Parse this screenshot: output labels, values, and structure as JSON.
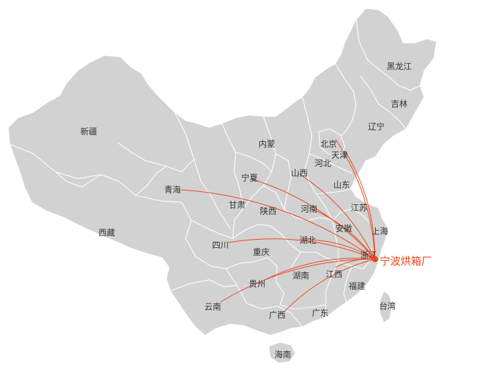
{
  "map": {
    "origin": {
      "label": "宁波烘箱厂",
      "color": "#e8481b"
    },
    "route_color": "#e8481b",
    "land_color": "#d2d2d2",
    "border_color": "#ffffff",
    "provinces": [
      {
        "key": "heilongjiang",
        "label": "黑龙江"
      },
      {
        "key": "jilin",
        "label": "吉林"
      },
      {
        "key": "liaoning",
        "label": "辽宁"
      },
      {
        "key": "neimenggu",
        "label": "内蒙"
      },
      {
        "key": "xinjiang",
        "label": "新疆"
      },
      {
        "key": "beijing",
        "label": "北京"
      },
      {
        "key": "tianjin",
        "label": "天津"
      },
      {
        "key": "hebei",
        "label": "河北"
      },
      {
        "key": "shanxi",
        "label": "山西"
      },
      {
        "key": "shandong",
        "label": "山东"
      },
      {
        "key": "ningxia",
        "label": "宁夏"
      },
      {
        "key": "qinghai",
        "label": "青海"
      },
      {
        "key": "gansu",
        "label": "甘肃"
      },
      {
        "key": "shaanxi",
        "label": "陕西"
      },
      {
        "key": "henan",
        "label": "河南"
      },
      {
        "key": "jiangsu",
        "label": "江苏"
      },
      {
        "key": "anhui",
        "label": "安徽"
      },
      {
        "key": "shanghai",
        "label": "上海"
      },
      {
        "key": "xizang",
        "label": "西藏"
      },
      {
        "key": "sichuan",
        "label": "四川"
      },
      {
        "key": "hubei",
        "label": "湖北"
      },
      {
        "key": "zhejiang",
        "label": "浙江"
      },
      {
        "key": "chongqing",
        "label": "重庆"
      },
      {
        "key": "guizhou",
        "label": "贵州"
      },
      {
        "key": "hunan",
        "label": "湖南"
      },
      {
        "key": "jiangxi",
        "label": "江西"
      },
      {
        "key": "fujian",
        "label": "福建"
      },
      {
        "key": "taiwan",
        "label": "台湾"
      },
      {
        "key": "yunnan",
        "label": "云南"
      },
      {
        "key": "guangxi",
        "label": "广西"
      },
      {
        "key": "guangdong",
        "label": "广东"
      },
      {
        "key": "hainan",
        "label": "海南"
      }
    ],
    "routes": [
      "beijing",
      "tianjin",
      "shanxi",
      "ningxia",
      "qinghai",
      "sichuan",
      "yunnan",
      "guangxi",
      "guizhou",
      "jiangxi",
      "henan",
      "hubei"
    ]
  }
}
